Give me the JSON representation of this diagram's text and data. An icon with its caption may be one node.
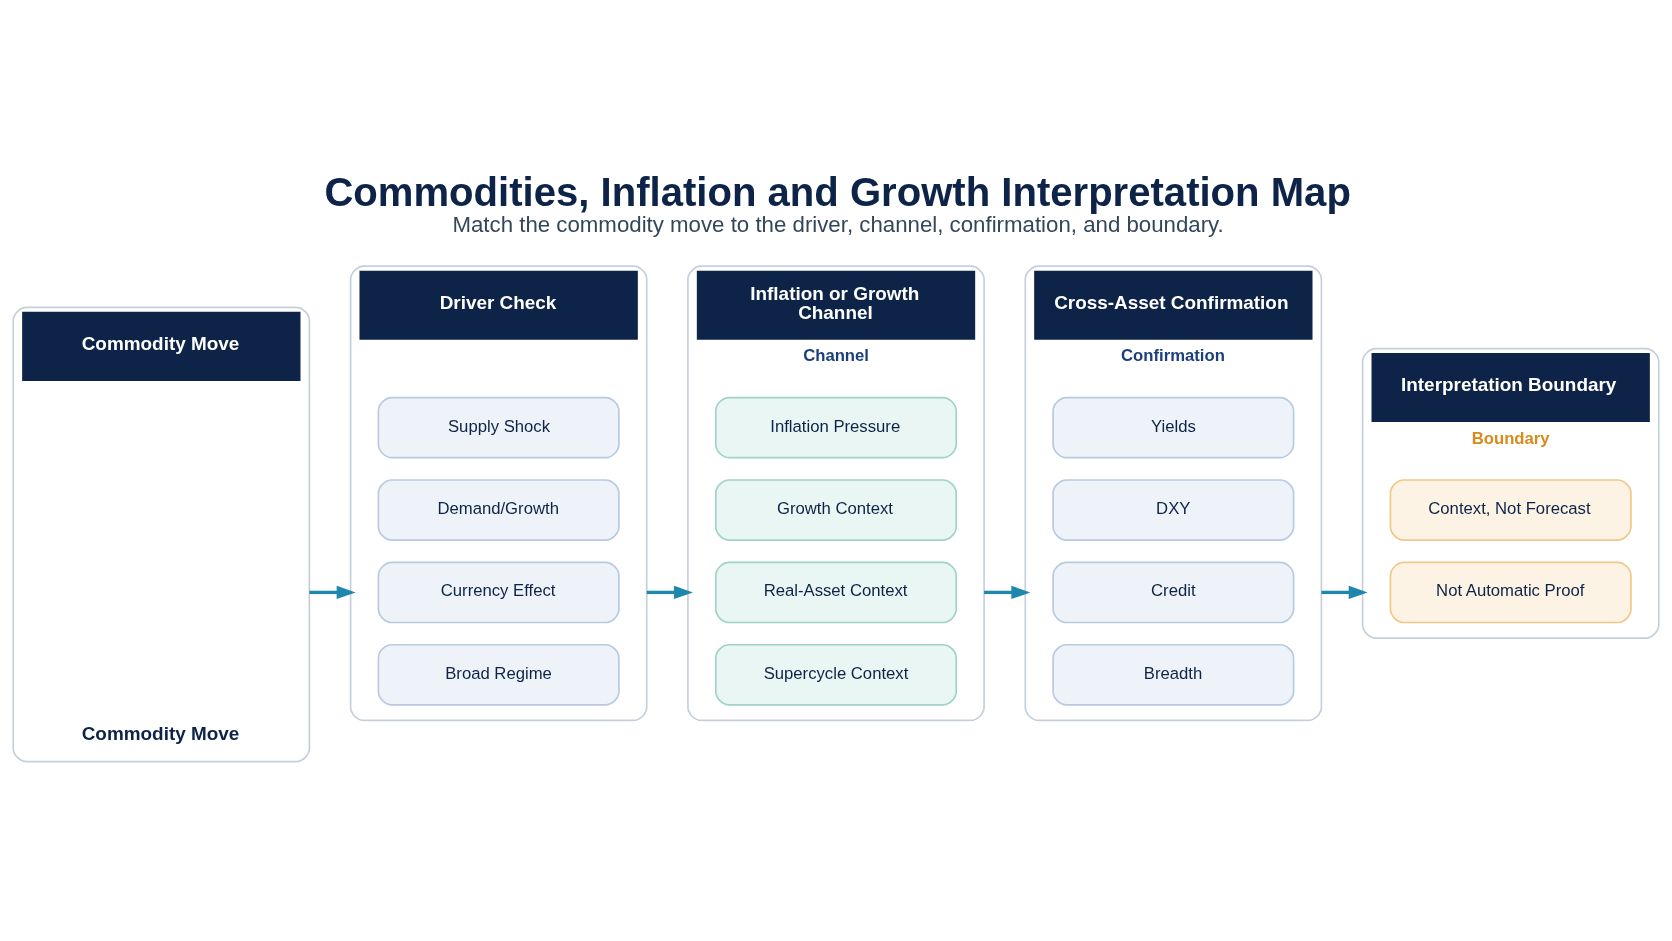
{
  "diagram": {
    "title": "Commodities, Inflation and Growth Interpretation Map",
    "caption": "Match the commodity move to the driver, channel, confirmation, and boundary.",
    "nodes": [
      {
        "text": [
          "Commodity Move"
        ]
      },
      {
        "text": [
          "Commodity Move"
        ],
        "in": 0
      },
      {
        "text": [
          "Driver Check"
        ]
      },
      {
        "text": [
          "Supply Shock"
        ],
        "in": 2
      },
      {
        "text": [
          "Demand/Growth"
        ],
        "in": 2
      },
      {
        "text": [
          "Currency Effect"
        ],
        "in": 2
      },
      {
        "text": [
          "Broad Regime"
        ],
        "in": 2
      },
      {
        "text": [
          "Inflation or Growth Channel",
          "Channel"
        ]
      },
      {
        "text": [
          "Inflation Pressure"
        ],
        "in": 7
      },
      {
        "text": [
          "Growth Context"
        ],
        "in": 7
      },
      {
        "text": [
          "Real-Asset Context"
        ],
        "in": 7
      },
      {
        "text": [
          "Supercycle Context"
        ],
        "in": 7
      },
      {
        "text": [
          "Cross-Asset Confirmation",
          "Confirmation"
        ]
      },
      {
        "text": [
          "Yields"
        ],
        "in": 12
      },
      {
        "text": [
          "DXY"
        ],
        "in": 12
      },
      {
        "text": [
          "Credit"
        ],
        "in": 12
      },
      {
        "text": [
          "Breadth"
        ],
        "in": 12
      },
      {
        "text": [
          "Interpretation Boundary",
          "Boundary"
        ]
      },
      {
        "text": [
          "Context, Not Forecast"
        ],
        "in": 17
      },
      {
        "text": [
          "Not Automatic Proof"
        ],
        "in": 17
      }
    ],
    "edges": [
      {
        "from": 0,
        "to": 2,
        "arrow": "to"
      },
      {
        "from": 2,
        "to": 7,
        "arrow": "to"
      },
      {
        "from": 7,
        "to": 12,
        "arrow": "to"
      },
      {
        "from": 12,
        "to": 17,
        "arrow": "to"
      }
    ]
  }
}
